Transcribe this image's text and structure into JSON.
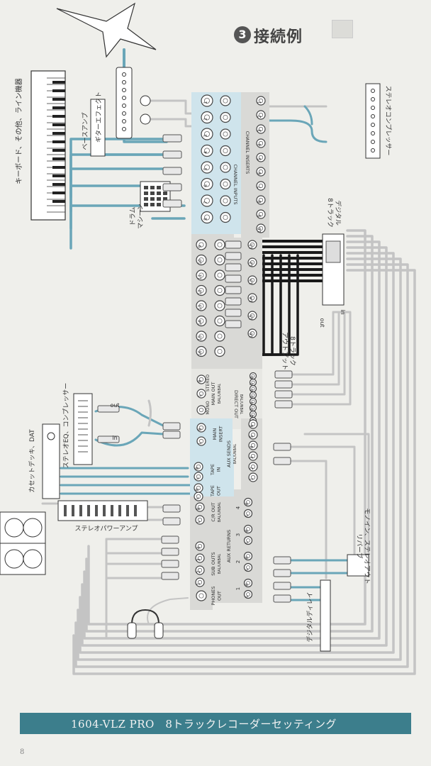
{
  "header": {
    "number": "3",
    "title": "接続例"
  },
  "footer": {
    "title": "1604-VLZ PRO　8トラックレコーダーセッティング",
    "page_mark": "8"
  },
  "devices": {
    "keyboard": "キーボード、その他、ライン機器",
    "bass_amp": "ベースアンプ",
    "guitar_effect": "ギターエフェクト",
    "drum_machine": "ドラム\nマシーン",
    "stereo_compressor": "ステレオコンプレッサー",
    "digital_8track": "デジタル\n8トラック",
    "track_output": "8トラック\nアウトプット",
    "cassette_dat": "カセットデッキ、DAT",
    "stereo_eq_comp": "ステレオEQ、コンプレッサー",
    "power_amp": "ステレオパワーアンプ",
    "digital_delay": "デジタルディレイ",
    "mono_in_stereo_out_reverb": "モノイン、ステレオアウト\nリバーブ"
  },
  "panel": {
    "channel_inputs": "CHANNEL INPUTS",
    "channel_inserts": "CHANNEL INSERTS",
    "direct_out": "DIRECT OUT",
    "direct_out_sub": "BAL/UNBAL",
    "main_out": "MAIN OUT",
    "main_out_sub": "BAL/UNBAL",
    "stereo": "STEREO",
    "mono": "MONO",
    "main_insert": "MAIN\nINSERT",
    "aux_sends": "AUX SENDS",
    "aux_sends_sub": "BAL/UNBAL",
    "tape_in": "TAPE\nIN",
    "tape_out": "TAPE\nOUT",
    "cr_out": "C/R OUT",
    "cr_out_sub": "BAL/UNBAL",
    "aux_returns": "AUX RETURNS",
    "sub_outs": "SUB OUTS",
    "sub_outs_sub": "BAL/UNBAL",
    "phones_out": "PHONES\nOUT"
  },
  "labels": {
    "out": "out",
    "in": "in",
    "r": "R",
    "l": "L"
  },
  "channel_numbers": [
    "1",
    "2",
    "3",
    "4",
    "5",
    "6",
    "7",
    "8",
    "9",
    "10",
    "11",
    "12",
    "13",
    "14",
    "15",
    "16"
  ],
  "insert_numbers": [
    "1",
    "2",
    "3",
    "4",
    "5",
    "6",
    "7",
    "8",
    "9",
    "10",
    "11",
    "12",
    "13",
    "14",
    "15",
    "16"
  ],
  "direct_out_numbers": [
    "1",
    "2",
    "3",
    "4",
    "5",
    "6",
    "7",
    "8"
  ],
  "aux_send_numbers": [
    "1",
    "2",
    "3",
    "4",
    "5",
    "6"
  ],
  "sub_out_numbers": [
    "1",
    "2",
    "3",
    "4"
  ],
  "aux_return_numbers": [
    "1",
    "2",
    "3",
    "4"
  ],
  "colors": {
    "cable_blue": "#6aa6b8",
    "cable_grey": "#c4c4c4",
    "cable_black": "#1a1a1a",
    "panel_blue": "#cfe4ec",
    "panel_grey": "#d9d9d6",
    "banner": "#3c7e8c"
  }
}
